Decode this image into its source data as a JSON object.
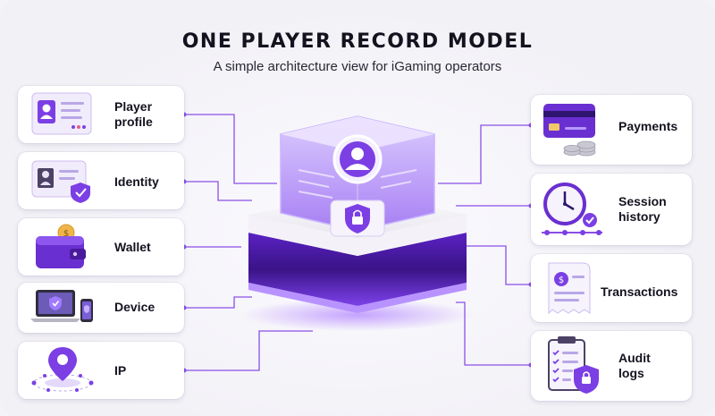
{
  "header": {
    "title": "ONE PLAYER RECORD MODEL",
    "subtitle": "A simple architecture view for iGaming operators"
  },
  "left_cards": [
    {
      "label": "Player\nprofile",
      "icon": "profile-card-icon"
    },
    {
      "label": "Identity",
      "icon": "id-card-shield-icon"
    },
    {
      "label": "Wallet",
      "icon": "wallet-icon"
    },
    {
      "label": "Device",
      "icon": "laptop-phone-icon"
    },
    {
      "label": "IP",
      "icon": "map-pin-network-icon"
    }
  ],
  "right_cards": [
    {
      "label": "Payments",
      "icon": "credit-card-coins-icon"
    },
    {
      "label": "Session\nhistory",
      "icon": "clock-timeline-icon"
    },
    {
      "label": "Transactions",
      "icon": "receipt-icon"
    },
    {
      "label": "Audit\nlogs",
      "icon": "clipboard-lock-icon"
    }
  ],
  "hub": {
    "icon": "player-record-hub-icon"
  },
  "colors": {
    "accent": "#7b3fe4",
    "accent_dark": "#4a1a9c",
    "line": "#8a4fe6",
    "background": "#f4f3f7"
  }
}
